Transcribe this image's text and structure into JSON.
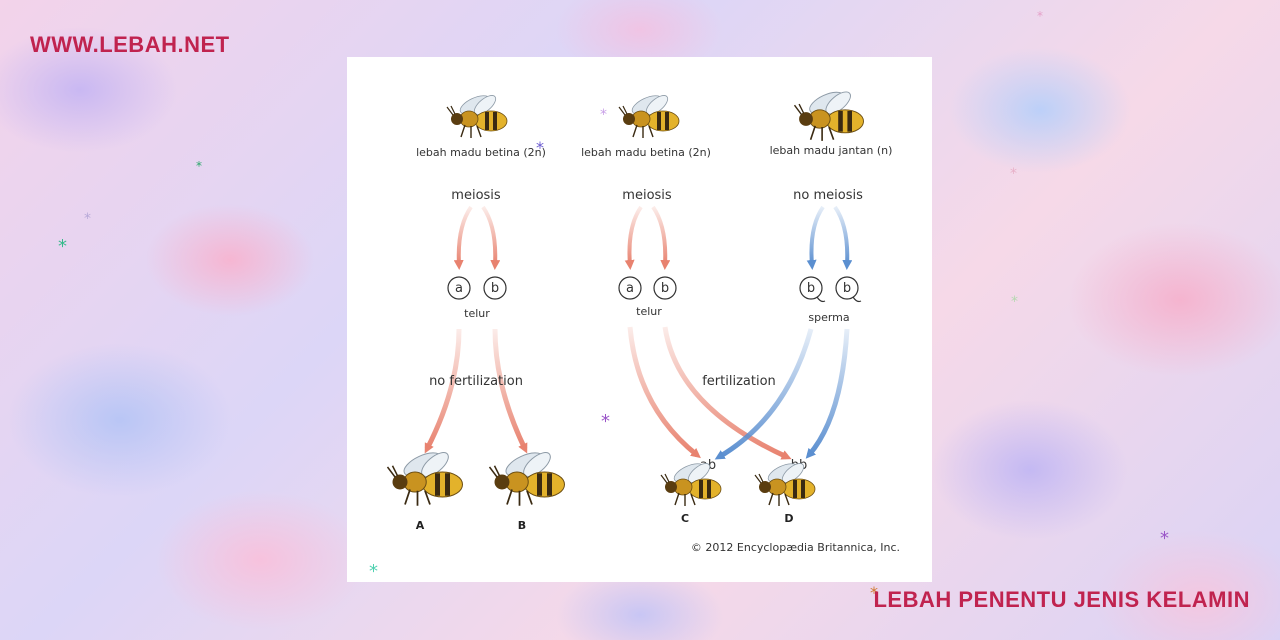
{
  "header": {
    "site_url": "WWW.LEBAH.NET"
  },
  "footer": {
    "title": "LEBAH PENENTU JENIS KELAMIN"
  },
  "diagram": {
    "parents": {
      "female_1": "lebah madu betina (2n)",
      "female_2": "lebah madu betina (2n)",
      "male": "lebah madu jantan (n)"
    },
    "processes": {
      "meiosis_1": "meiosis",
      "meiosis_2": "meiosis",
      "no_meiosis": "no meiosis"
    },
    "gametes": {
      "egg_label_1": "telur",
      "egg_label_2": "telur",
      "sperm_label": "sperma",
      "allele_a": "a",
      "allele_b": "b"
    },
    "fertilization": {
      "none": "no fertilization",
      "yes": "fertilization"
    },
    "offspring": {
      "A": "A",
      "B": "B",
      "C": "C",
      "D": "D",
      "genotype_c": "ab",
      "genotype_d": "bb"
    },
    "copyright": "© 2012 Encyclopædia Britannica, Inc.",
    "colors": {
      "meiosis_arrow": "#e8826f",
      "sperm_arrow": "#5b8fd0",
      "bee_body": "#e3b22b",
      "bee_stripe": "#3a2a12"
    }
  }
}
